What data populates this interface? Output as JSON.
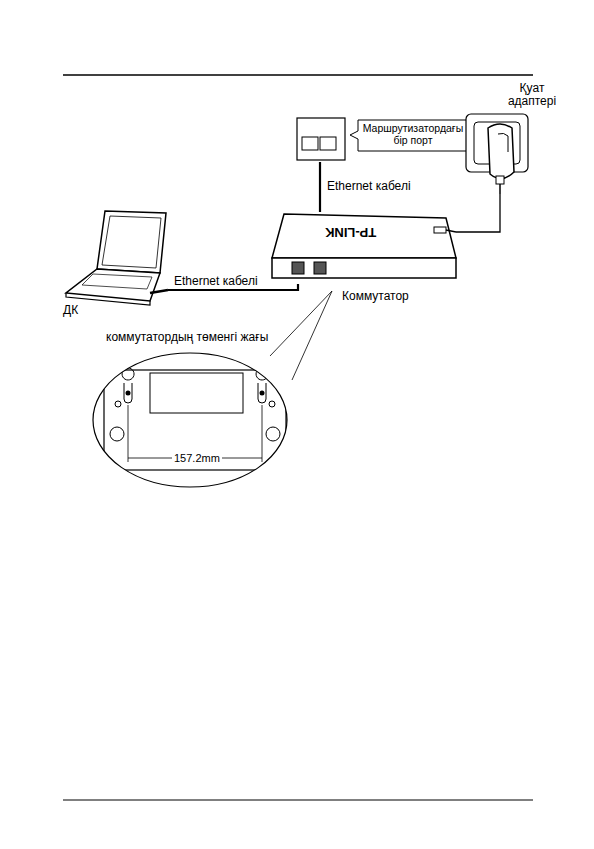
{
  "diagram": {
    "nodes": [
      {
        "text": [
          "ДК"
        ]
      },
      {
        "text": [
          "TP-LINK",
          "Коммутатор"
        ]
      },
      {
        "text": [
          "Маршрутизатордағы бір порт"
        ]
      },
      {
        "text": [
          "Қуат адаптері"
        ]
      }
    ],
    "edges": [
      {
        "from": 0,
        "to": 1,
        "arrow": "none",
        "label": "Ethernet кабелі"
      },
      {
        "from": 2,
        "to": 1,
        "arrow": "none",
        "label": "Ethernet кабелі"
      },
      {
        "from": 3,
        "to": 1,
        "arrow": "none"
      }
    ],
    "labels": [
      "коммутатордың төменгі жағы",
      "157.2mm"
    ]
  }
}
